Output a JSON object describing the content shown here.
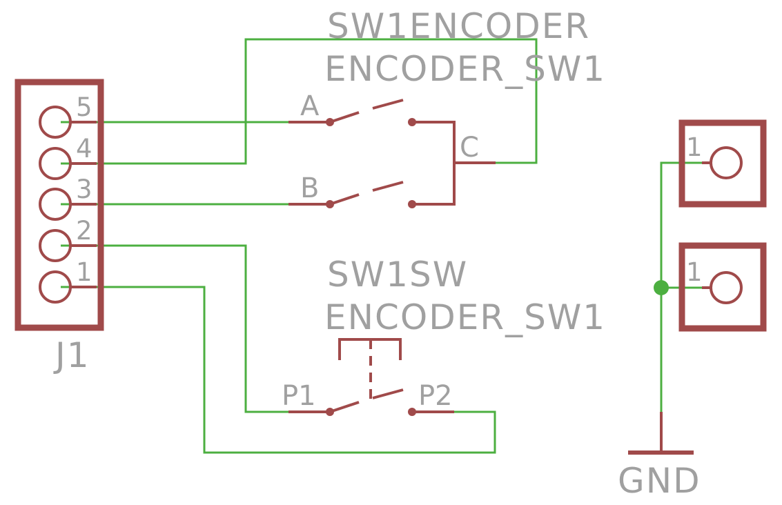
{
  "header": {
    "encoder_name": "SW1ENCODER",
    "encoder_value": "ENCODER_SW1",
    "switch_name": "SW1SW",
    "switch_value": "ENCODER_SW1"
  },
  "connector": {
    "name": "J1",
    "pins": [
      "5",
      "4",
      "3",
      "2",
      "1"
    ]
  },
  "encoder_pins": {
    "a": "A",
    "b": "B",
    "c": "C"
  },
  "switch_pins": {
    "p1": "P1",
    "p2": "P2"
  },
  "pads": {
    "top_pin": "1",
    "bottom_pin": "1"
  },
  "ground": {
    "label": "GND"
  },
  "colors": {
    "wire": "#4caf40",
    "part": "#a04a4a",
    "text": "#a0a0a0",
    "junction": "#4caf40"
  }
}
